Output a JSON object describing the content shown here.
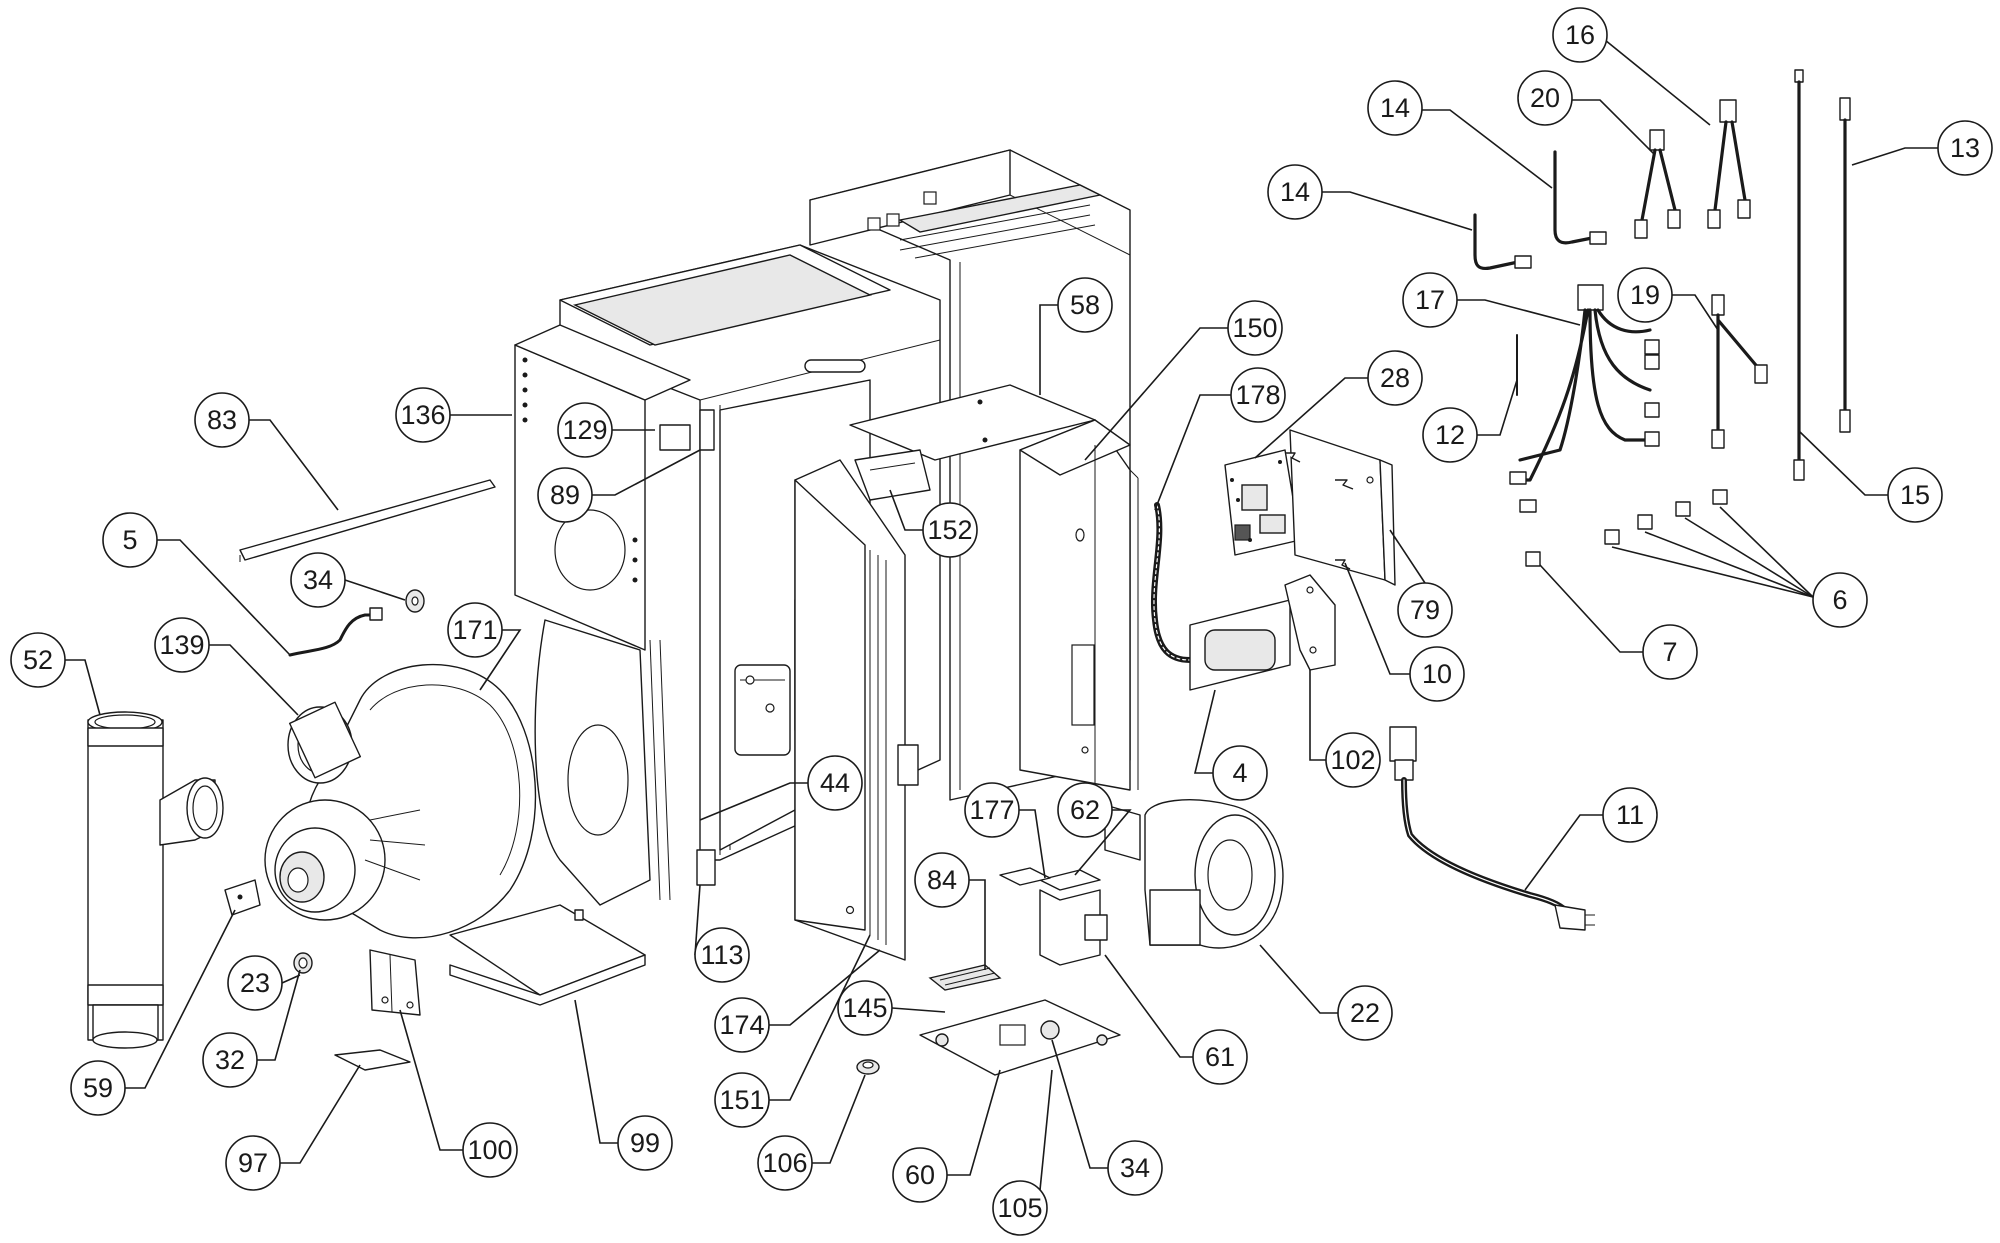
{
  "callouts": [
    {
      "id": "c16",
      "label": "16"
    },
    {
      "id": "c14a",
      "label": "14"
    },
    {
      "id": "c20",
      "label": "20"
    },
    {
      "id": "c13",
      "label": "13"
    },
    {
      "id": "c14b",
      "label": "14"
    },
    {
      "id": "c17",
      "label": "17"
    },
    {
      "id": "c19",
      "label": "19"
    },
    {
      "id": "c58",
      "label": "58"
    },
    {
      "id": "c150",
      "label": "150"
    },
    {
      "id": "c178",
      "label": "178"
    },
    {
      "id": "c28",
      "label": "28"
    },
    {
      "id": "c12",
      "label": "12"
    },
    {
      "id": "c15",
      "label": "15"
    },
    {
      "id": "c136",
      "label": "136"
    },
    {
      "id": "c83",
      "label": "83"
    },
    {
      "id": "c129",
      "label": "129"
    },
    {
      "id": "c89",
      "label": "89"
    },
    {
      "id": "c152",
      "label": "152"
    },
    {
      "id": "c79",
      "label": "79"
    },
    {
      "id": "c6",
      "label": "6"
    },
    {
      "id": "c5",
      "label": "5"
    },
    {
      "id": "c34a",
      "label": "34"
    },
    {
      "id": "c7",
      "label": "7"
    },
    {
      "id": "c52",
      "label": "52"
    },
    {
      "id": "c139",
      "label": "139"
    },
    {
      "id": "c171",
      "label": "171"
    },
    {
      "id": "c10",
      "label": "10"
    },
    {
      "id": "c4",
      "label": "4"
    },
    {
      "id": "c102",
      "label": "102"
    },
    {
      "id": "c44",
      "label": "44"
    },
    {
      "id": "c11",
      "label": "11"
    },
    {
      "id": "c177",
      "label": "177"
    },
    {
      "id": "c62",
      "label": "62"
    },
    {
      "id": "c84",
      "label": "84"
    },
    {
      "id": "c113",
      "label": "113"
    },
    {
      "id": "c23",
      "label": "23"
    },
    {
      "id": "c145",
      "label": "145"
    },
    {
      "id": "c22",
      "label": "22"
    },
    {
      "id": "c174",
      "label": "174"
    },
    {
      "id": "c32",
      "label": "32"
    },
    {
      "id": "c59",
      "label": "59"
    },
    {
      "id": "c61",
      "label": "61"
    },
    {
      "id": "c151",
      "label": "151"
    },
    {
      "id": "c99",
      "label": "99"
    },
    {
      "id": "c100",
      "label": "100"
    },
    {
      "id": "c97",
      "label": "97"
    },
    {
      "id": "c106",
      "label": "106"
    },
    {
      "id": "c60",
      "label": "60"
    },
    {
      "id": "c34b",
      "label": "34"
    },
    {
      "id": "c105",
      "label": "105"
    }
  ]
}
